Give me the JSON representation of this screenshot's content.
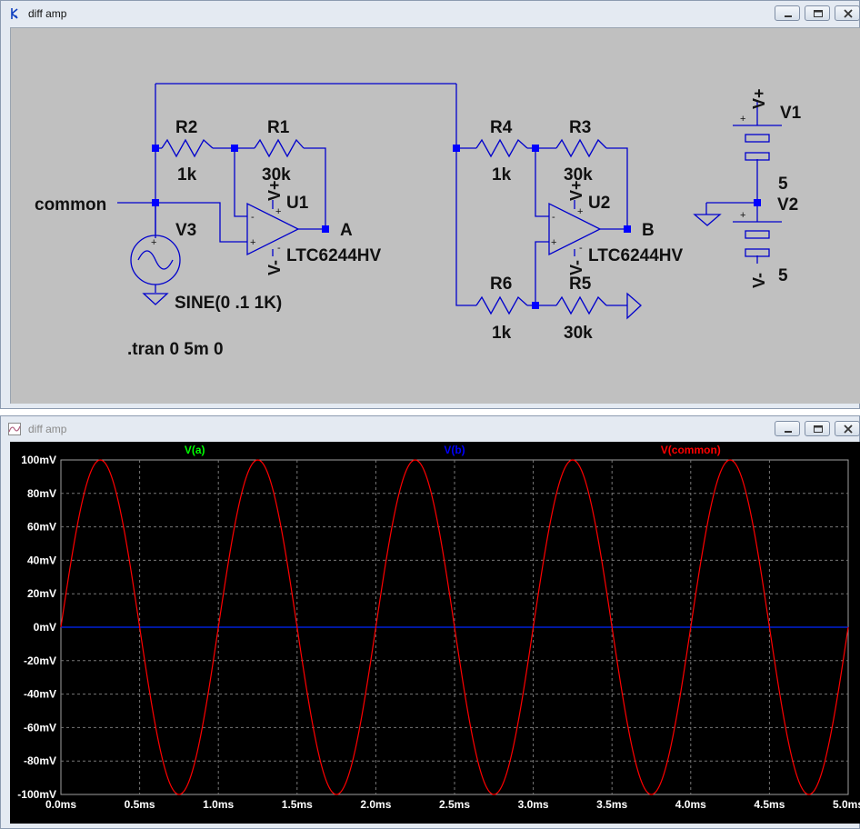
{
  "schematic_window": {
    "title": "diff amp",
    "labels": {
      "common": "common",
      "r2": "R2",
      "r2_val": "1k",
      "r1": "R1",
      "r1_val": "30k",
      "r4": "R4",
      "r4_val": "1k",
      "r3": "R3",
      "r3_val": "30k",
      "r6": "R6",
      "r6_val": "1k",
      "r5": "R5",
      "r5_val": "30k",
      "u1": "U1",
      "u2": "U2",
      "u1_model": "LTC6244HV",
      "u2_model": "LTC6244HV",
      "net_a": "A",
      "net_b": "B",
      "v1": "V1",
      "v2": "V2",
      "v3": "V3",
      "v1_val": "5",
      "v2_val": "5",
      "v3_val": "SINE(0 .1 1K)",
      "tran": ".tran 0 5m 0",
      "v_plus": "V+",
      "v_minus": "V-",
      "v_plus_sym": "+",
      "v_minus_sym": "-"
    }
  },
  "plot_window": {
    "title": "diff amp"
  },
  "chart_data": {
    "type": "line",
    "xlabel": "",
    "ylabel": "",
    "xlim": [
      0,
      5.0
    ],
    "ylim": [
      -100,
      100
    ],
    "x_ticks": [
      "0.0ms",
      "0.5ms",
      "1.0ms",
      "1.5ms",
      "2.0ms",
      "2.5ms",
      "3.0ms",
      "3.5ms",
      "4.0ms",
      "4.5ms",
      "5.0ms"
    ],
    "y_ticks": [
      "100mV",
      "80mV",
      "60mV",
      "40mV",
      "20mV",
      "0mV",
      "-20mV",
      "-40mV",
      "-60mV",
      "-80mV",
      "-100mV"
    ],
    "grid": true,
    "series": [
      {
        "name": "V(a)",
        "color": "#00ff00",
        "amplitude_mV": 0,
        "frequency_kHz": 1
      },
      {
        "name": "V(b)",
        "color": "#0000ff",
        "amplitude_mV": 0,
        "frequency_kHz": 1
      },
      {
        "name": "V(common)",
        "color": "#ff0000",
        "amplitude_mV": 100,
        "frequency_kHz": 1
      }
    ]
  },
  "colors": {
    "wire": "#0000cc",
    "label": "#111111",
    "plot_bg": "#000000",
    "grid": "#808080"
  }
}
